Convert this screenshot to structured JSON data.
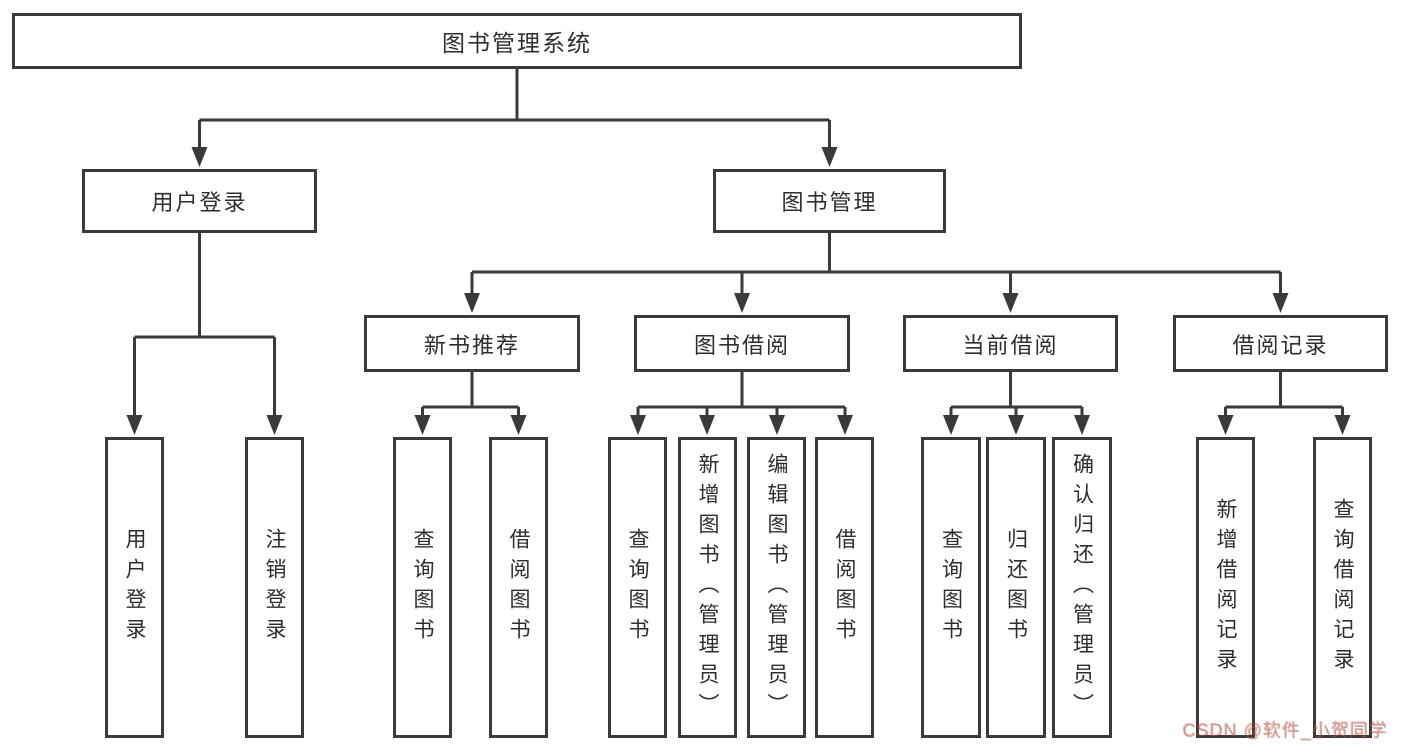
{
  "tree": {
    "label": "图书管理系统",
    "children": [
      {
        "label": "用户登录",
        "children": [
          {
            "label": "用户登录"
          },
          {
            "label": "注销登录"
          }
        ]
      },
      {
        "label": "图书管理",
        "children": [
          {
            "label": "新书推荐",
            "children": [
              {
                "label": "查询图书"
              },
              {
                "label": "借阅图书"
              }
            ]
          },
          {
            "label": "图书借阅",
            "children": [
              {
                "label": "查询图书"
              },
              {
                "label": "新增图书（管理员）"
              },
              {
                "label": "编辑图书（管理员）"
              },
              {
                "label": "借阅图书"
              }
            ]
          },
          {
            "label": "当前借阅",
            "children": [
              {
                "label": "查询图书"
              },
              {
                "label": "归还图书"
              },
              {
                "label": "确认归还（管理员）"
              }
            ]
          },
          {
            "label": "借阅记录",
            "children": [
              {
                "label": "新增借阅记录"
              },
              {
                "label": "查询借阅记录"
              }
            ]
          }
        ]
      }
    ]
  },
  "watermark": {
    "text": "CSDN @软件_小贺同学"
  },
  "colors": {
    "line": "#3a3a3a",
    "box_border": "#3a3a3a",
    "text": "#2e2e2e",
    "watermark": "#fc5531"
  }
}
